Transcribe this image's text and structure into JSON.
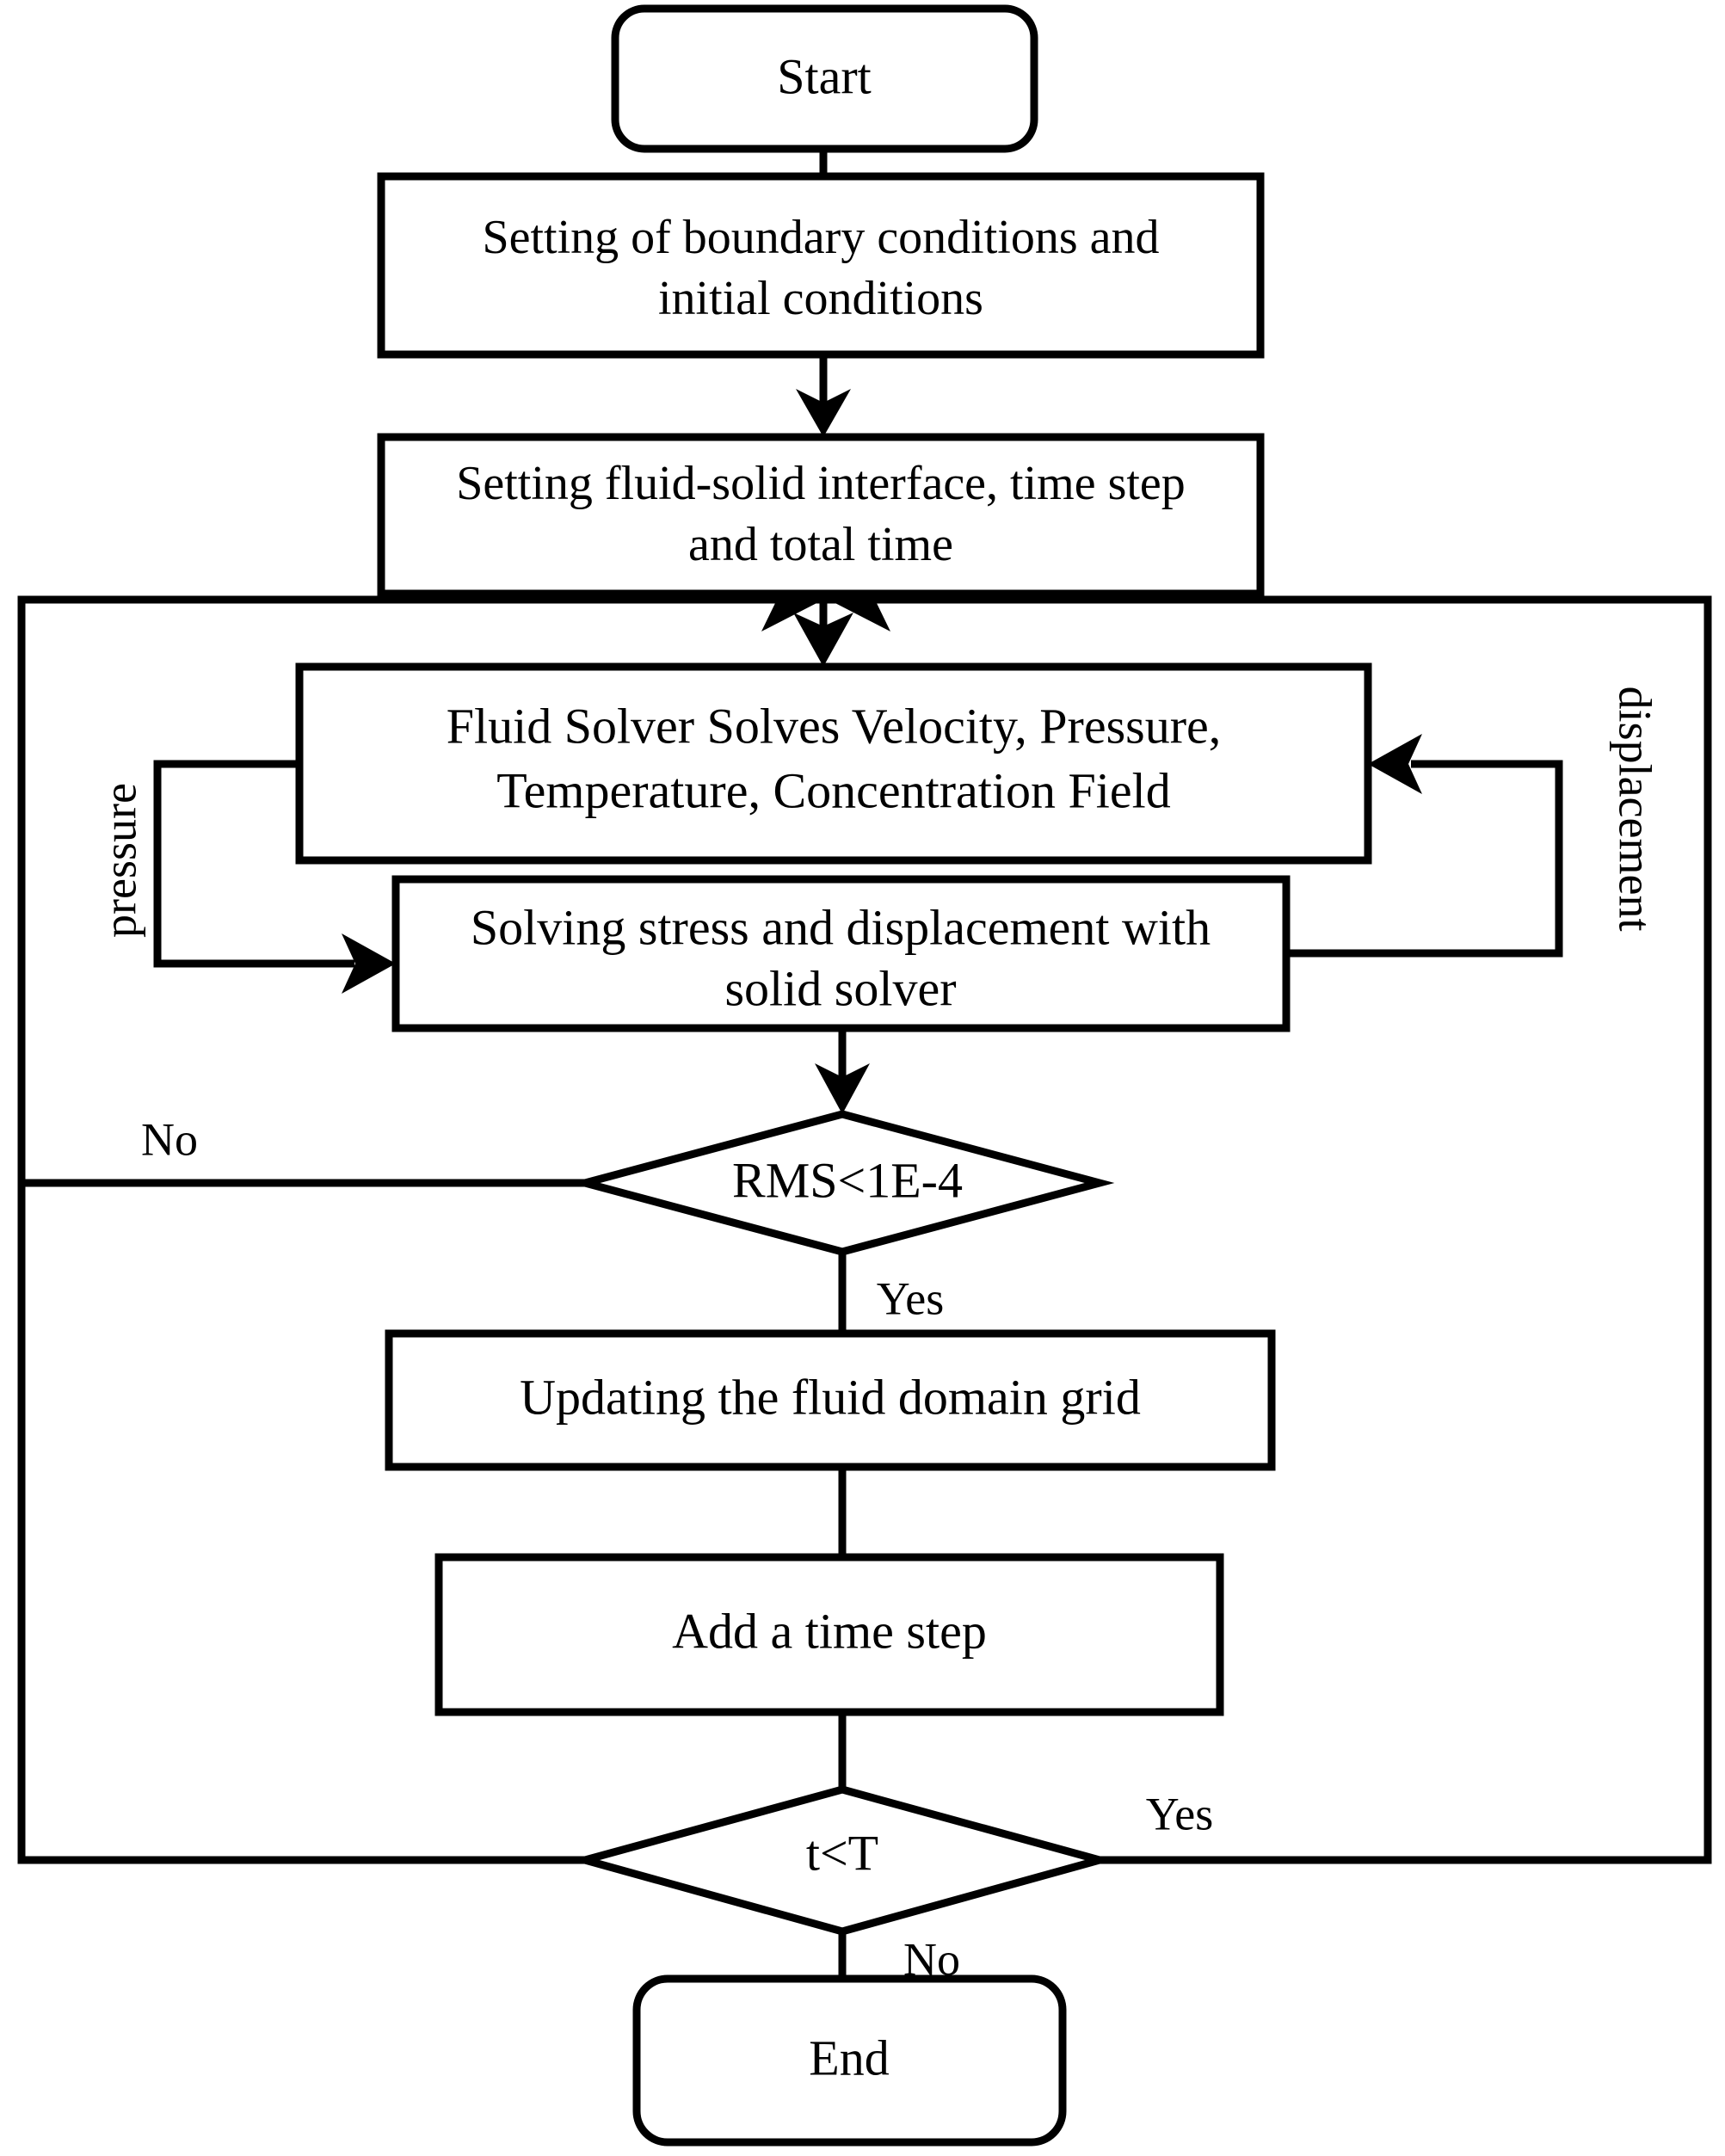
{
  "diagram": {
    "title": "Fluid-Structure Interaction Simulation Flowchart",
    "type": "flowchart",
    "background_color": "#ffffff",
    "line_color": "#000000"
  },
  "nodes": {
    "start": {
      "label": "Start",
      "shape": "rounded-rectangle"
    },
    "boundary_conditions": {
      "line1": "Setting of boundary conditions and",
      "line2": "initial conditions",
      "shape": "rectangle"
    },
    "interface_setup": {
      "line1": "Setting fluid-solid interface, time step",
      "line2": "and total time",
      "shape": "rectangle"
    },
    "fluid_solver": {
      "line1": "Fluid Solver Solves Velocity, Pressure,",
      "line2": "Temperature, Concentration Field",
      "shape": "rectangle"
    },
    "solid_solver": {
      "line1": "Solving stress and displacement with",
      "line2": "solid solver",
      "shape": "rectangle"
    },
    "rms_decision": {
      "label": "RMS<1E-4",
      "shape": "diamond"
    },
    "update_grid": {
      "label": "Updating the fluid domain grid",
      "shape": "rectangle"
    },
    "add_time_step": {
      "label": "Add a time step",
      "shape": "rectangle"
    },
    "time_decision": {
      "label": "t<T",
      "shape": "diamond"
    },
    "end": {
      "label": "End",
      "shape": "rounded-rectangle"
    }
  },
  "edge_labels": {
    "pressure": "pressure",
    "displacement": "displacement",
    "rms_no": "No",
    "rms_yes": "Yes",
    "time_yes": "Yes",
    "time_no": "No"
  }
}
